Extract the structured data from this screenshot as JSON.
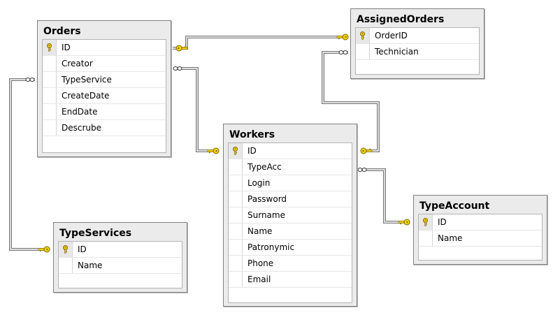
{
  "colors": {
    "key": "#f2d210",
    "key_outline": "#7a6500",
    "line": "#7a7a7a",
    "table_bg": "#ebebeb",
    "grid_bg": "#ffffff"
  },
  "tables": {
    "orders": {
      "title": "Orders",
      "columns": [
        "ID",
        "Creator",
        "TypeService",
        "CreateDate",
        "EndDate",
        "Descrube"
      ],
      "primary_key": "ID"
    },
    "assigned_orders": {
      "title": "AssignedOrders",
      "columns": [
        "OrderID",
        "Technician"
      ],
      "primary_key": "OrderID"
    },
    "workers": {
      "title": "Workers",
      "columns": [
        "ID",
        "TypeAcc",
        "Login",
        "Password",
        "Surname",
        "Name",
        "Patronymic",
        "Phone",
        "Email"
      ],
      "primary_key": "ID"
    },
    "type_services": {
      "title": "TypeServices",
      "columns": [
        "ID",
        "Name"
      ],
      "primary_key": "ID"
    },
    "type_account": {
      "title": "TypeAccount",
      "columns": [
        "ID",
        "Name"
      ],
      "primary_key": "ID"
    }
  },
  "relations": [
    {
      "from": "Orders.ID",
      "to": "AssignedOrders.OrderID",
      "type": "one-to-one"
    },
    {
      "from": "AssignedOrders.Technician",
      "to": "Workers.ID",
      "type": "many-to-one"
    },
    {
      "from": "Orders.Creator",
      "to": "Workers.ID",
      "type": "many-to-one"
    },
    {
      "from": "Orders.TypeService",
      "to": "TypeServices.ID",
      "type": "many-to-one"
    },
    {
      "from": "Workers.TypeAcc",
      "to": "TypeAccount.ID",
      "type": "many-to-one"
    }
  ]
}
